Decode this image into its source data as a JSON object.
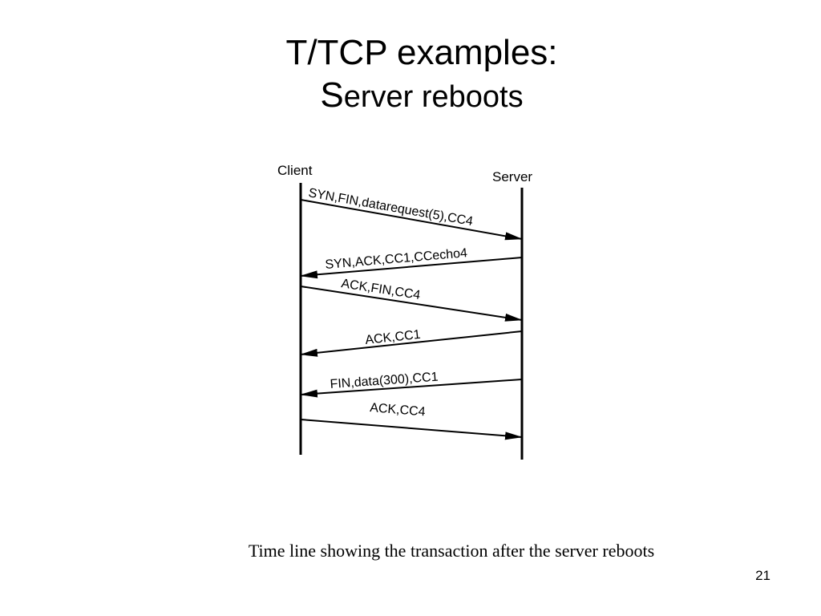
{
  "slide": {
    "title_line1": "T/TCP examples:",
    "title_line2_initial": "S",
    "title_line2_rest": "erver reboots",
    "caption": "Time line showing the transaction after the server reboots",
    "page_number": "21"
  },
  "diagram": {
    "client_label": "Client",
    "server_label": "Server",
    "messages": [
      {
        "label": "SYN,FIN,datarequest(5),CC4",
        "direction": "client-to-server"
      },
      {
        "label": "SYN,ACK,CC1,CCecho4",
        "direction": "server-to-client"
      },
      {
        "label": "ACK,FIN,CC4",
        "direction": "client-to-server"
      },
      {
        "label": "ACK,CC1",
        "direction": "server-to-client"
      },
      {
        "label": "FIN,data(300),CC1",
        "direction": "server-to-client"
      },
      {
        "label": "ACK,CC4",
        "direction": "client-to-server"
      }
    ]
  }
}
